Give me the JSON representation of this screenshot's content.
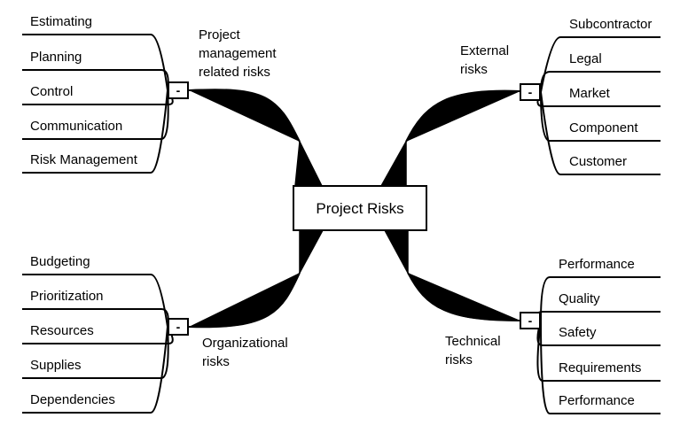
{
  "center": {
    "label": "Project Risks"
  },
  "toggle_symbol": "-",
  "branches": [
    {
      "title_lines": [
        "Project",
        "management",
        "related risks"
      ],
      "items": [
        "Estimating",
        "Planning",
        "Control",
        "Communication",
        "Risk Management"
      ]
    },
    {
      "title_lines": [
        "External",
        "risks"
      ],
      "items": [
        "Subcontractor",
        "Legal",
        "Market",
        "Component",
        "Customer"
      ]
    },
    {
      "title_lines": [
        "Organizational",
        "risks"
      ],
      "items": [
        "Budgeting",
        "Prioritization",
        "Resources",
        "Supplies",
        "Dependencies"
      ]
    },
    {
      "title_lines": [
        "Technical",
        "risks"
      ],
      "items": [
        "Performance",
        "Quality",
        "Safety",
        "Requirements",
        "Performance"
      ]
    }
  ]
}
